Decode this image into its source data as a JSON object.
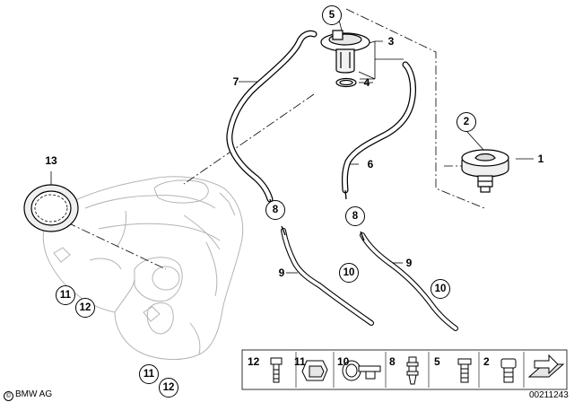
{
  "callouts": {
    "c1": "1",
    "c2": "2",
    "c3": "3",
    "c4": "4",
    "c5": "5",
    "c6": "6",
    "c7": "7",
    "c8a": "8",
    "c8b": "8",
    "c9a": "9",
    "c9b": "9",
    "c10a": "10",
    "c10b": "10",
    "c11a": "11",
    "c11b": "11",
    "c12a": "12",
    "c12b": "12",
    "c13": "13"
  },
  "parts_strip": {
    "items": [
      {
        "number": "12",
        "icon": "bolt-icon"
      },
      {
        "number": "11",
        "icon": "clip-icon"
      },
      {
        "number": "10",
        "icon": "hose-clamp-icon"
      },
      {
        "number": "8",
        "icon": "connector-icon"
      },
      {
        "number": "5",
        "icon": "screw-icon"
      },
      {
        "number": "2",
        "icon": "cap-screw-icon"
      }
    ]
  },
  "footer": {
    "brand": "BMW AG",
    "diagram_id": "00211243"
  }
}
